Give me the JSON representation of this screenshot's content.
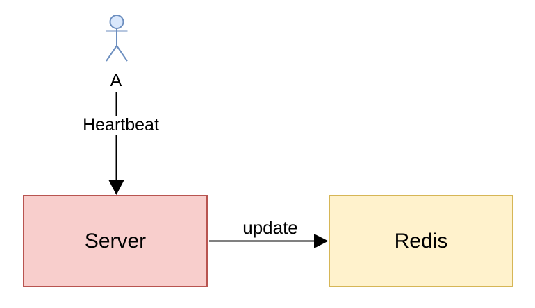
{
  "diagram": {
    "background": "#ffffff",
    "actor": {
      "label": "A",
      "icon": "person-stick-figure",
      "stroke_color": "#6c8ebf",
      "head_fill_color": "#dae8fc"
    },
    "nodes": {
      "server": {
        "label": "Server",
        "fill_color": "#f8cecc",
        "stroke_color": "#b85450"
      },
      "redis": {
        "label": "Redis",
        "fill_color": "#fff2cc",
        "stroke_color": "#d6b656"
      }
    },
    "edges": {
      "heartbeat": {
        "label": "Heartbeat",
        "from": "A",
        "to": "Server",
        "direction": "down",
        "color": "#000000"
      },
      "update": {
        "label": "update",
        "from": "Server",
        "to": "Redis",
        "direction": "right",
        "color": "#000000"
      }
    }
  }
}
